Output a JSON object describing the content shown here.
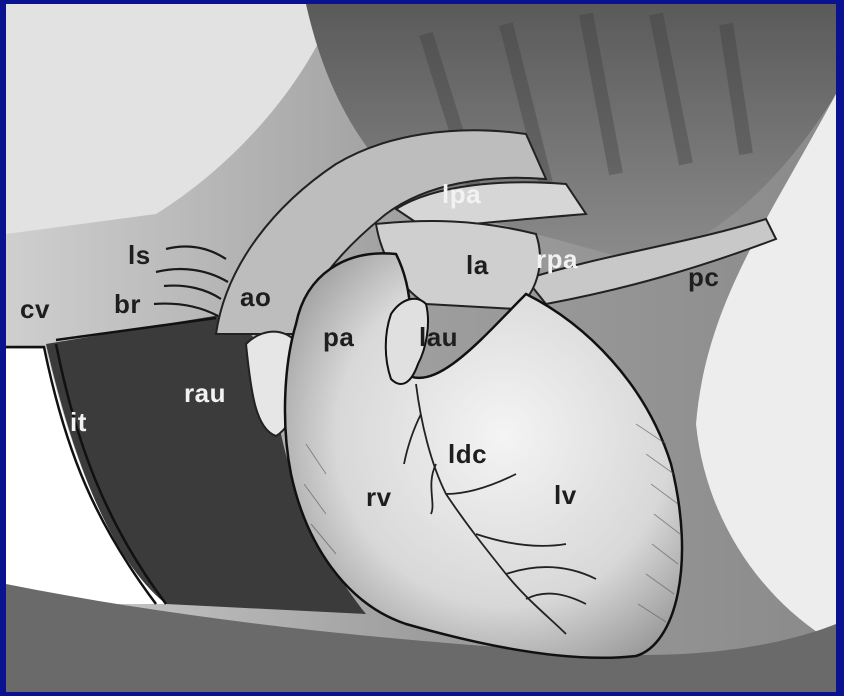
{
  "labels": {
    "cv": "cv",
    "ls": "ls",
    "br": "br",
    "ao": "ao",
    "lpa": "lpa",
    "la": "la",
    "rpa": "rpa",
    "pc": "pc",
    "pa": "pa",
    "lau": "lau",
    "rau": "rau",
    "it": "it",
    "ldc": "ldc",
    "rv": "rv",
    "lv": "lv"
  }
}
